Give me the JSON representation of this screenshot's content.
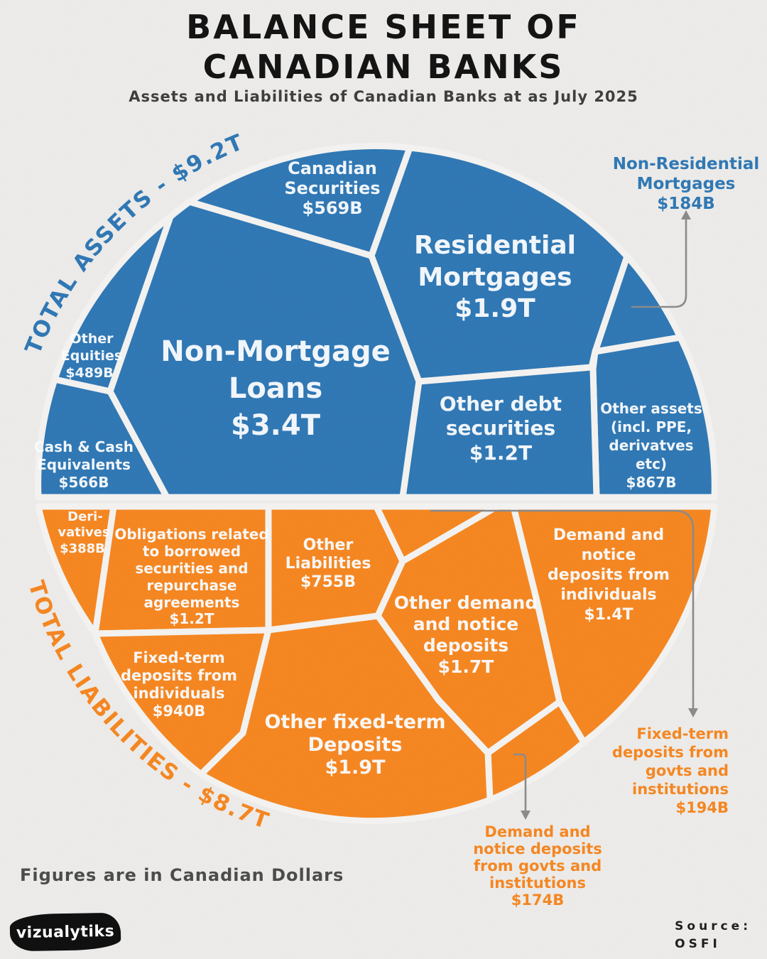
{
  "header": {
    "title_line1": "BALANCE SHEET OF",
    "title_line2": "CANADIAN BANKS",
    "subtitle": "Assets and Liabilities of Canadian Banks at as July 2025"
  },
  "assets": {
    "arc_label": "TOTAL ASSETS - $9.2T",
    "cells": {
      "non_mortgage_loans": {
        "lines": [
          "Non-Mortgage",
          "Loans",
          "$3.4T"
        ]
      },
      "canadian_securities": {
        "lines": [
          "Canadian",
          "Securities",
          "$569B"
        ]
      },
      "residential_mortgages": {
        "lines": [
          "Residential",
          "Mortgages",
          "$1.9T"
        ]
      },
      "other_debt_securities": {
        "lines": [
          "Other debt",
          "securities",
          "$1.2T"
        ]
      },
      "other_assets": {
        "lines": [
          "Other assets",
          "(incl. PPE,",
          "derivatves",
          "etc)",
          "$867B"
        ]
      },
      "other_equities": {
        "lines": [
          "Other",
          "Equities",
          "$489B"
        ]
      },
      "cash_equivalents": {
        "lines": [
          "Cash & Cash",
          "Equivalents",
          "$566B"
        ]
      }
    },
    "annotation_non_residential": {
      "lines": [
        "Non-Residential",
        "Mortgages",
        "$184B"
      ]
    }
  },
  "liabilities": {
    "arc_label": "TOTAL LIABILITIES - $8.7T",
    "cells": {
      "derivatives": {
        "lines": [
          "Deri-",
          "vatives",
          "$388B"
        ]
      },
      "obligations": {
        "lines": [
          "Obligations related",
          "to borrowed",
          "securities and",
          "repurchase",
          "agreements",
          "$1.2T"
        ]
      },
      "other_liabilities": {
        "lines": [
          "Other",
          "Liabilities",
          "$755B"
        ]
      },
      "other_demand": {
        "lines": [
          "Other demand",
          "and notice",
          "deposits",
          "$1.7T"
        ]
      },
      "demand_individuals": {
        "lines": [
          "Demand and",
          "notice",
          "deposits from",
          "individuals",
          "$1.4T"
        ]
      },
      "fixed_term_individuals": {
        "lines": [
          "Fixed-term",
          "deposits from",
          "individuals",
          "$940B"
        ]
      },
      "other_fixed_term": {
        "lines": [
          "Other fixed-term",
          "Deposits",
          "$1.9T"
        ]
      }
    },
    "annotation_fixed_govt": {
      "lines": [
        "Fixed-term",
        "deposits from",
        "govts and",
        "institutions",
        "$194B"
      ]
    },
    "annotation_demand_govt": {
      "lines": [
        "Demand and",
        "notice deposits",
        "from govts and",
        "institutions",
        "$174B"
      ]
    }
  },
  "footer": {
    "note": "Figures are in Canadian Dollars",
    "logo": "vizualytiks",
    "source_line1": "Source:",
    "source_line2": "OSFI"
  },
  "colors": {
    "assets_blue": "#2e77b4",
    "liabilities_orange": "#f6861f",
    "background": "#edecea",
    "annotation_gray": "#8a8a8a"
  },
  "chart_data": {
    "type": "pie",
    "title": "Balance Sheet of Canadian Banks",
    "subtitle": "Assets and Liabilities of Canadian Banks at as July 2025",
    "unit": "CAD",
    "note": "Voronoi treemap split into two half-circles: assets (blue, top) and liabilities (orange, bottom)",
    "series": [
      {
        "name": "Total Assets",
        "total": "$9.2T",
        "slices": [
          {
            "label": "Non-Mortgage Loans",
            "value_display": "$3.4T",
            "value_trillions": 3.4
          },
          {
            "label": "Residential Mortgages",
            "value_display": "$1.9T",
            "value_trillions": 1.9
          },
          {
            "label": "Other debt securities",
            "value_display": "$1.2T",
            "value_trillions": 1.2
          },
          {
            "label": "Other assets (incl. PPE, derivatves etc)",
            "value_display": "$867B",
            "value_trillions": 0.867
          },
          {
            "label": "Canadian Securities",
            "value_display": "$569B",
            "value_trillions": 0.569
          },
          {
            "label": "Cash & Cash Equivalents",
            "value_display": "$566B",
            "value_trillions": 0.566
          },
          {
            "label": "Other Equities",
            "value_display": "$489B",
            "value_trillions": 0.489
          },
          {
            "label": "Non-Residential Mortgages",
            "value_display": "$184B",
            "value_trillions": 0.184
          }
        ]
      },
      {
        "name": "Total Liabilities",
        "total": "$8.7T",
        "slices": [
          {
            "label": "Other fixed-term Deposits",
            "value_display": "$1.9T",
            "value_trillions": 1.9
          },
          {
            "label": "Other demand and notice deposits",
            "value_display": "$1.7T",
            "value_trillions": 1.7
          },
          {
            "label": "Demand and notice deposits from individuals",
            "value_display": "$1.4T",
            "value_trillions": 1.4
          },
          {
            "label": "Obligations related to borrowed securities and repurchase agreements",
            "value_display": "$1.2T",
            "value_trillions": 1.2
          },
          {
            "label": "Fixed-term deposits from individuals",
            "value_display": "$940B",
            "value_trillions": 0.94
          },
          {
            "label": "Other Liabilities",
            "value_display": "$755B",
            "value_trillions": 0.755
          },
          {
            "label": "Derivatives",
            "value_display": "$388B",
            "value_trillions": 0.388
          },
          {
            "label": "Fixed-term deposits from govts and institutions",
            "value_display": "$194B",
            "value_trillions": 0.194
          },
          {
            "label": "Demand and notice deposits from govts and institutions",
            "value_display": "$174B",
            "value_trillions": 0.174
          }
        ]
      }
    ]
  }
}
